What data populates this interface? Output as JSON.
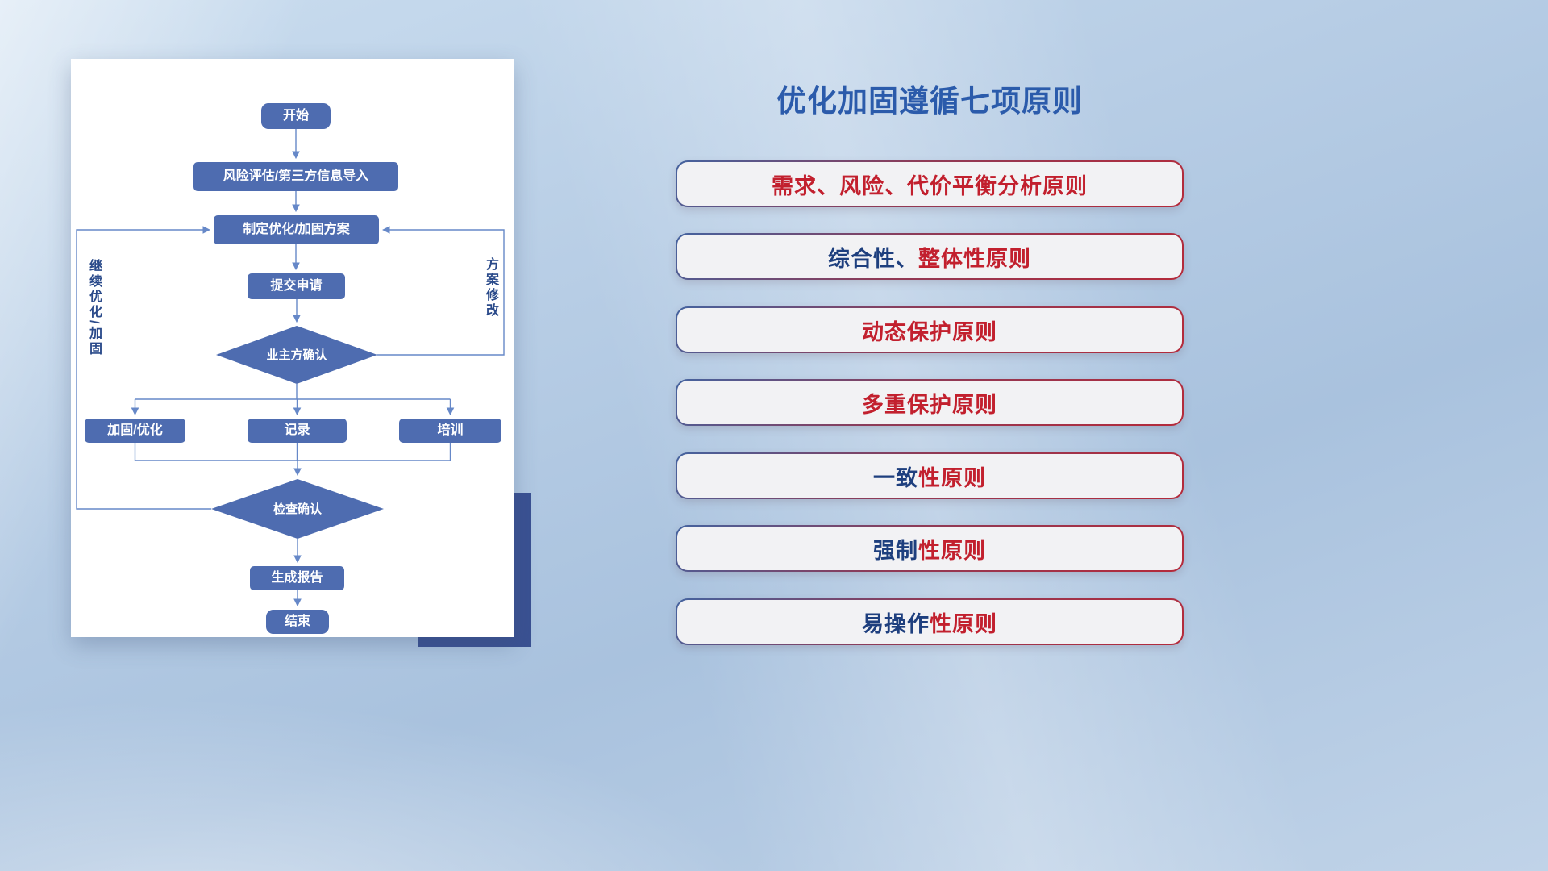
{
  "title": "优化加固遵循七项原则",
  "flowchart": {
    "nodes": {
      "start": "开始",
      "risk_import": "风险评估/第三方信息导入",
      "make_plan": "制定优化/加固方案",
      "submit": "提交申请",
      "owner_confirm": "业主方确认",
      "reinforce": "加固/优化",
      "record": "记录",
      "train": "培训",
      "check_confirm": "检查确认",
      "report": "生成报告",
      "end": "结束"
    },
    "edge_labels": {
      "continue_loop": "继续优化/加固",
      "modify_loop": "方案修改"
    }
  },
  "principles": [
    {
      "blue": "",
      "red": "需求、风险、代价平衡分析原则"
    },
    {
      "blue": "综合性、",
      "red": "整体性原则"
    },
    {
      "blue": "",
      "red": "动态保护原则"
    },
    {
      "blue": "",
      "red": "多重保护原则"
    },
    {
      "blue": "一致",
      "red": "性原则"
    },
    {
      "blue": "强制",
      "red": "性原则"
    },
    {
      "blue": "易操作",
      "red": "性原则"
    }
  ],
  "colors": {
    "title_blue": "#2b5bab",
    "node_blue": "#4e6cb0",
    "connector_blue": "#6688c8",
    "principle_red": "#c2202e",
    "principle_blue": "#1e3f7e"
  }
}
